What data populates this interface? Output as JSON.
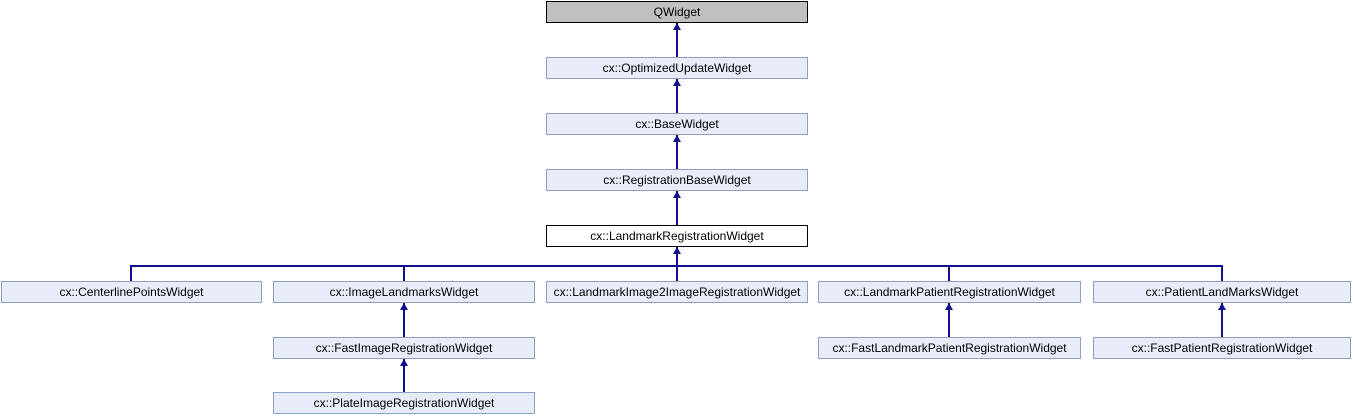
{
  "diagram": {
    "type": "class-inheritance-diagram",
    "current_class": "cx::LandmarkRegistrationWidget",
    "nodes": [
      {
        "id": "qwidget",
        "label": "QWidget",
        "role": "external-base"
      },
      {
        "id": "optimizedupdatewidget",
        "label": "cx::OptimizedUpdateWidget",
        "role": "base"
      },
      {
        "id": "basewidget",
        "label": "cx::BaseWidget",
        "role": "base"
      },
      {
        "id": "registrationbasewidget",
        "label": "cx::RegistrationBaseWidget",
        "role": "base"
      },
      {
        "id": "landmarkregistrationwidget",
        "label": "cx::LandmarkRegistrationWidget",
        "role": "current"
      },
      {
        "id": "centerlinepointswidget",
        "label": "cx::CenterlinePointsWidget",
        "role": "derived"
      },
      {
        "id": "imagelandmarkswidget",
        "label": "cx::ImageLandmarksWidget",
        "role": "derived"
      },
      {
        "id": "landmarkimage2imageregistrationwidget",
        "label": "cx::LandmarkImage2ImageRegistrationWidget",
        "role": "derived"
      },
      {
        "id": "landmarkpatientregistrationwidget",
        "label": "cx::LandmarkPatientRegistrationWidget",
        "role": "derived"
      },
      {
        "id": "patientlandmarkswidget",
        "label": "cx::PatientLandMarksWidget",
        "role": "derived"
      },
      {
        "id": "fastimageregistrationwidget",
        "label": "cx::FastImageRegistrationWidget",
        "role": "derived"
      },
      {
        "id": "fastlandmarkpatientregistrationwidget",
        "label": "cx::FastLandmarkPatientRegistrationWidget",
        "role": "derived"
      },
      {
        "id": "fastpatientregistrationwidget",
        "label": "cx::FastPatientRegistrationWidget",
        "role": "derived"
      },
      {
        "id": "plateimageregistrationwidget",
        "label": "cx::PlateImageRegistrationWidget",
        "role": "derived"
      }
    ],
    "edges": [
      {
        "child": "optimizedupdatewidget",
        "parent": "qwidget"
      },
      {
        "child": "basewidget",
        "parent": "optimizedupdatewidget"
      },
      {
        "child": "registrationbasewidget",
        "parent": "basewidget"
      },
      {
        "child": "landmarkregistrationwidget",
        "parent": "registrationbasewidget"
      },
      {
        "child": "centerlinepointswidget",
        "parent": "landmarkregistrationwidget"
      },
      {
        "child": "imagelandmarkswidget",
        "parent": "landmarkregistrationwidget"
      },
      {
        "child": "landmarkimage2imageregistrationwidget",
        "parent": "landmarkregistrationwidget"
      },
      {
        "child": "landmarkpatientregistrationwidget",
        "parent": "landmarkregistrationwidget"
      },
      {
        "child": "patientlandmarkswidget",
        "parent": "landmarkregistrationwidget"
      },
      {
        "child": "fastimageregistrationwidget",
        "parent": "imagelandmarkswidget"
      },
      {
        "child": "fastlandmarkpatientregistrationwidget",
        "parent": "landmarkpatientregistrationwidget"
      },
      {
        "child": "fastpatientregistrationwidget",
        "parent": "patientlandmarkswidget"
      },
      {
        "child": "plateimageregistrationwidget",
        "parent": "fastimageregistrationwidget"
      }
    ],
    "colors": {
      "class_box_fill": "#e8ecf8",
      "class_box_border": "#8ca0c8",
      "external_box_fill": "#c0c0c0",
      "current_box_fill": "#ffffff",
      "box_text": "#000000",
      "edge_color": "#10108e",
      "background": "#ffffff"
    }
  }
}
